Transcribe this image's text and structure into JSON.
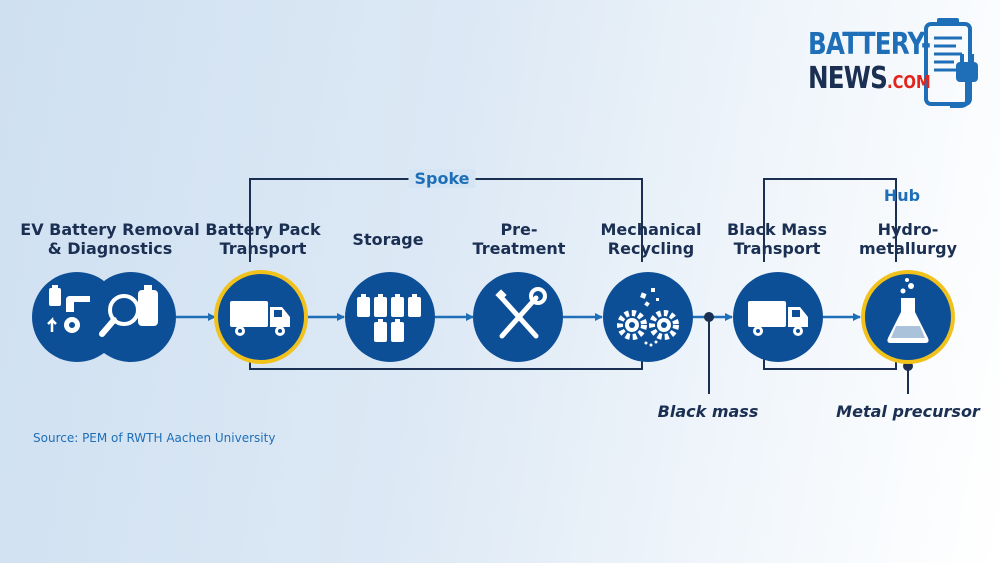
{
  "logo": {
    "line1": "BATTERY-",
    "line2": "NEWS",
    "line2_suffix": ".COM"
  },
  "groups": {
    "spoke": "Spoke",
    "hub": "Hub"
  },
  "steps": [
    {
      "id": "removal",
      "label_line1": "EV Battery Removal",
      "label_line2": "& Diagnostics",
      "icon": "car-diagnostics-icon"
    },
    {
      "id": "pack-transport",
      "label_line1": "Battery Pack",
      "label_line2": "Transport",
      "icon": "truck-icon"
    },
    {
      "id": "storage",
      "label_line1": "Storage",
      "label_line2": "",
      "icon": "battery-cells-icon"
    },
    {
      "id": "pretreatment",
      "label_line1": "Pre-",
      "label_line2": "Treatment",
      "icon": "tools-icon"
    },
    {
      "id": "mechanical",
      "label_line1": "Mechanical",
      "label_line2": "Recycling",
      "icon": "gears-icon"
    },
    {
      "id": "blackmass-transport",
      "label_line1": "Black Mass",
      "label_line2": "Transport",
      "icon": "truck-icon"
    },
    {
      "id": "hydro",
      "label_line1": "Hydro-",
      "label_line2": "metallurgy",
      "icon": "flask-icon"
    }
  ],
  "outputs": {
    "black_mass": "Black mass",
    "metal_precursor": "Metal precursor"
  },
  "source": "Source: PEM of RWTH Aachen University",
  "colors": {
    "node": "#0d4f97",
    "accent_ring": "#f2c21c",
    "arrow": "#1e6fb8",
    "text_dark": "#1a2f52",
    "text_blue": "#1e6fb8"
  }
}
